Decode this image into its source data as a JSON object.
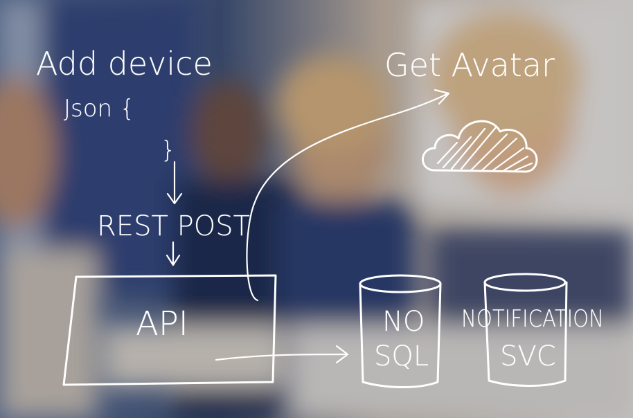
{
  "diagram": {
    "add_device": "Add device",
    "json_open": "Json {",
    "json_close": "}",
    "rest_post": "REST POST",
    "api": "API",
    "get_avatar": "Get Avatar",
    "nosql_line1": "NO",
    "nosql_line2": "SQL",
    "notification_line1": "NOTIFICATION",
    "notification_line2": "SVC"
  },
  "colors": {
    "ink": "#ffffff"
  }
}
